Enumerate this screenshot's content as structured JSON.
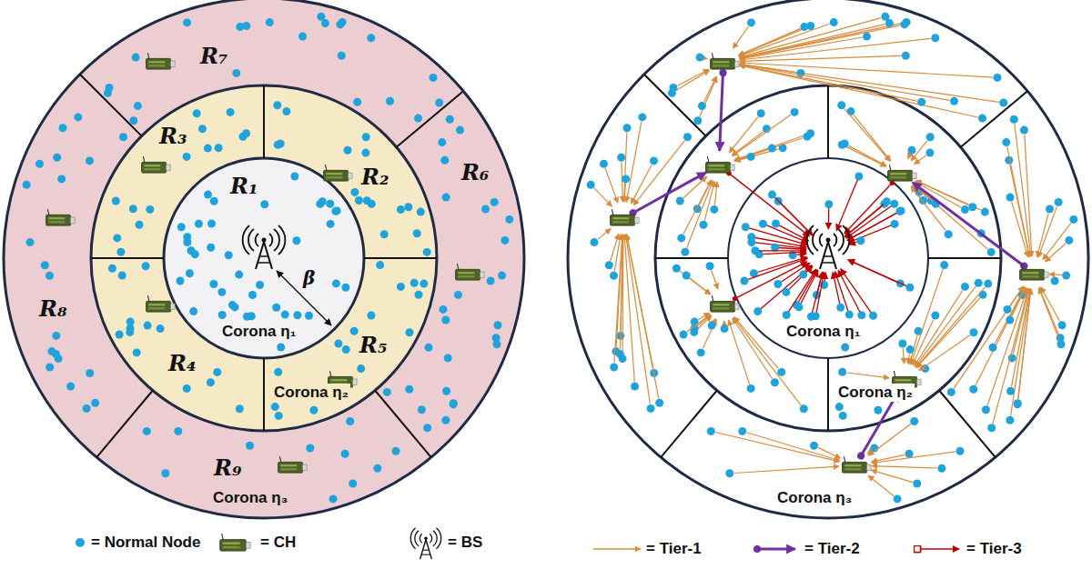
{
  "diagram": {
    "nodes": [
      {
        "text": [
          "R₁"
        ]
      },
      {
        "text": [
          "R₂"
        ]
      },
      {
        "text": [
          "R₃"
        ]
      },
      {
        "text": [
          "R₄"
        ]
      },
      {
        "text": [
          "R₅"
        ]
      },
      {
        "text": [
          "R₆"
        ]
      },
      {
        "text": [
          "R₇"
        ]
      },
      {
        "text": [
          "R₈"
        ]
      },
      {
        "text": [
          "R₉"
        ]
      }
    ],
    "labels": [
      "β",
      "Corona η₁",
      "Corona η₂",
      "Corona η₃",
      "Corona η₁",
      "Corona η₂",
      "Corona η₃"
    ],
    "legend": [
      {
        "text": "= Normal Node"
      },
      {
        "text": "= CH"
      },
      {
        "text": "= BS"
      },
      {
        "text": "= Tier-1"
      },
      {
        "text": "= Tier-2"
      },
      {
        "text": "= Tier-3"
      }
    ]
  }
}
